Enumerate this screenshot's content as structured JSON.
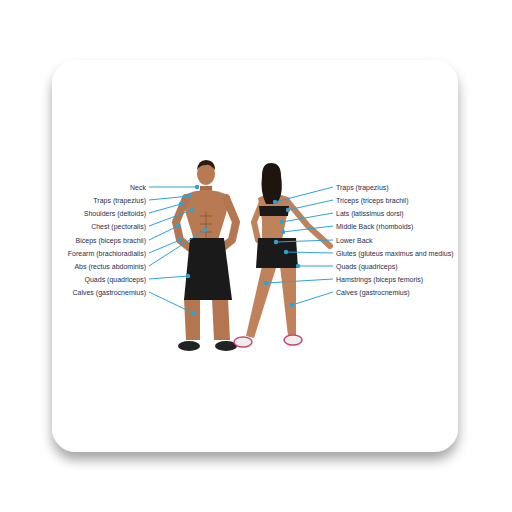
{
  "diagram": {
    "labels": [
      "Neck",
      "Traps (trapezius)",
      "Shoulders (deltoids)",
      "Chest (pectoralis)",
      "Biceps (biceps brachii)",
      "Forearm (brachioradialis)",
      "Abs (rectus abdominis)",
      "Quads (quadriceps)",
      "Calves (gastrocnemius)",
      "Traps (trapezius)",
      "Triceps (triceps brachii)",
      "Lats (latissimus dorsi)",
      "Middle Back (rhomboids)",
      "Lower Back",
      "Glutes (gluteus maximus and medius)",
      "Quads (quadriceps)",
      "Hamstrings (biceps femoris)",
      "Calves (gastrocnemius)"
    ]
  }
}
